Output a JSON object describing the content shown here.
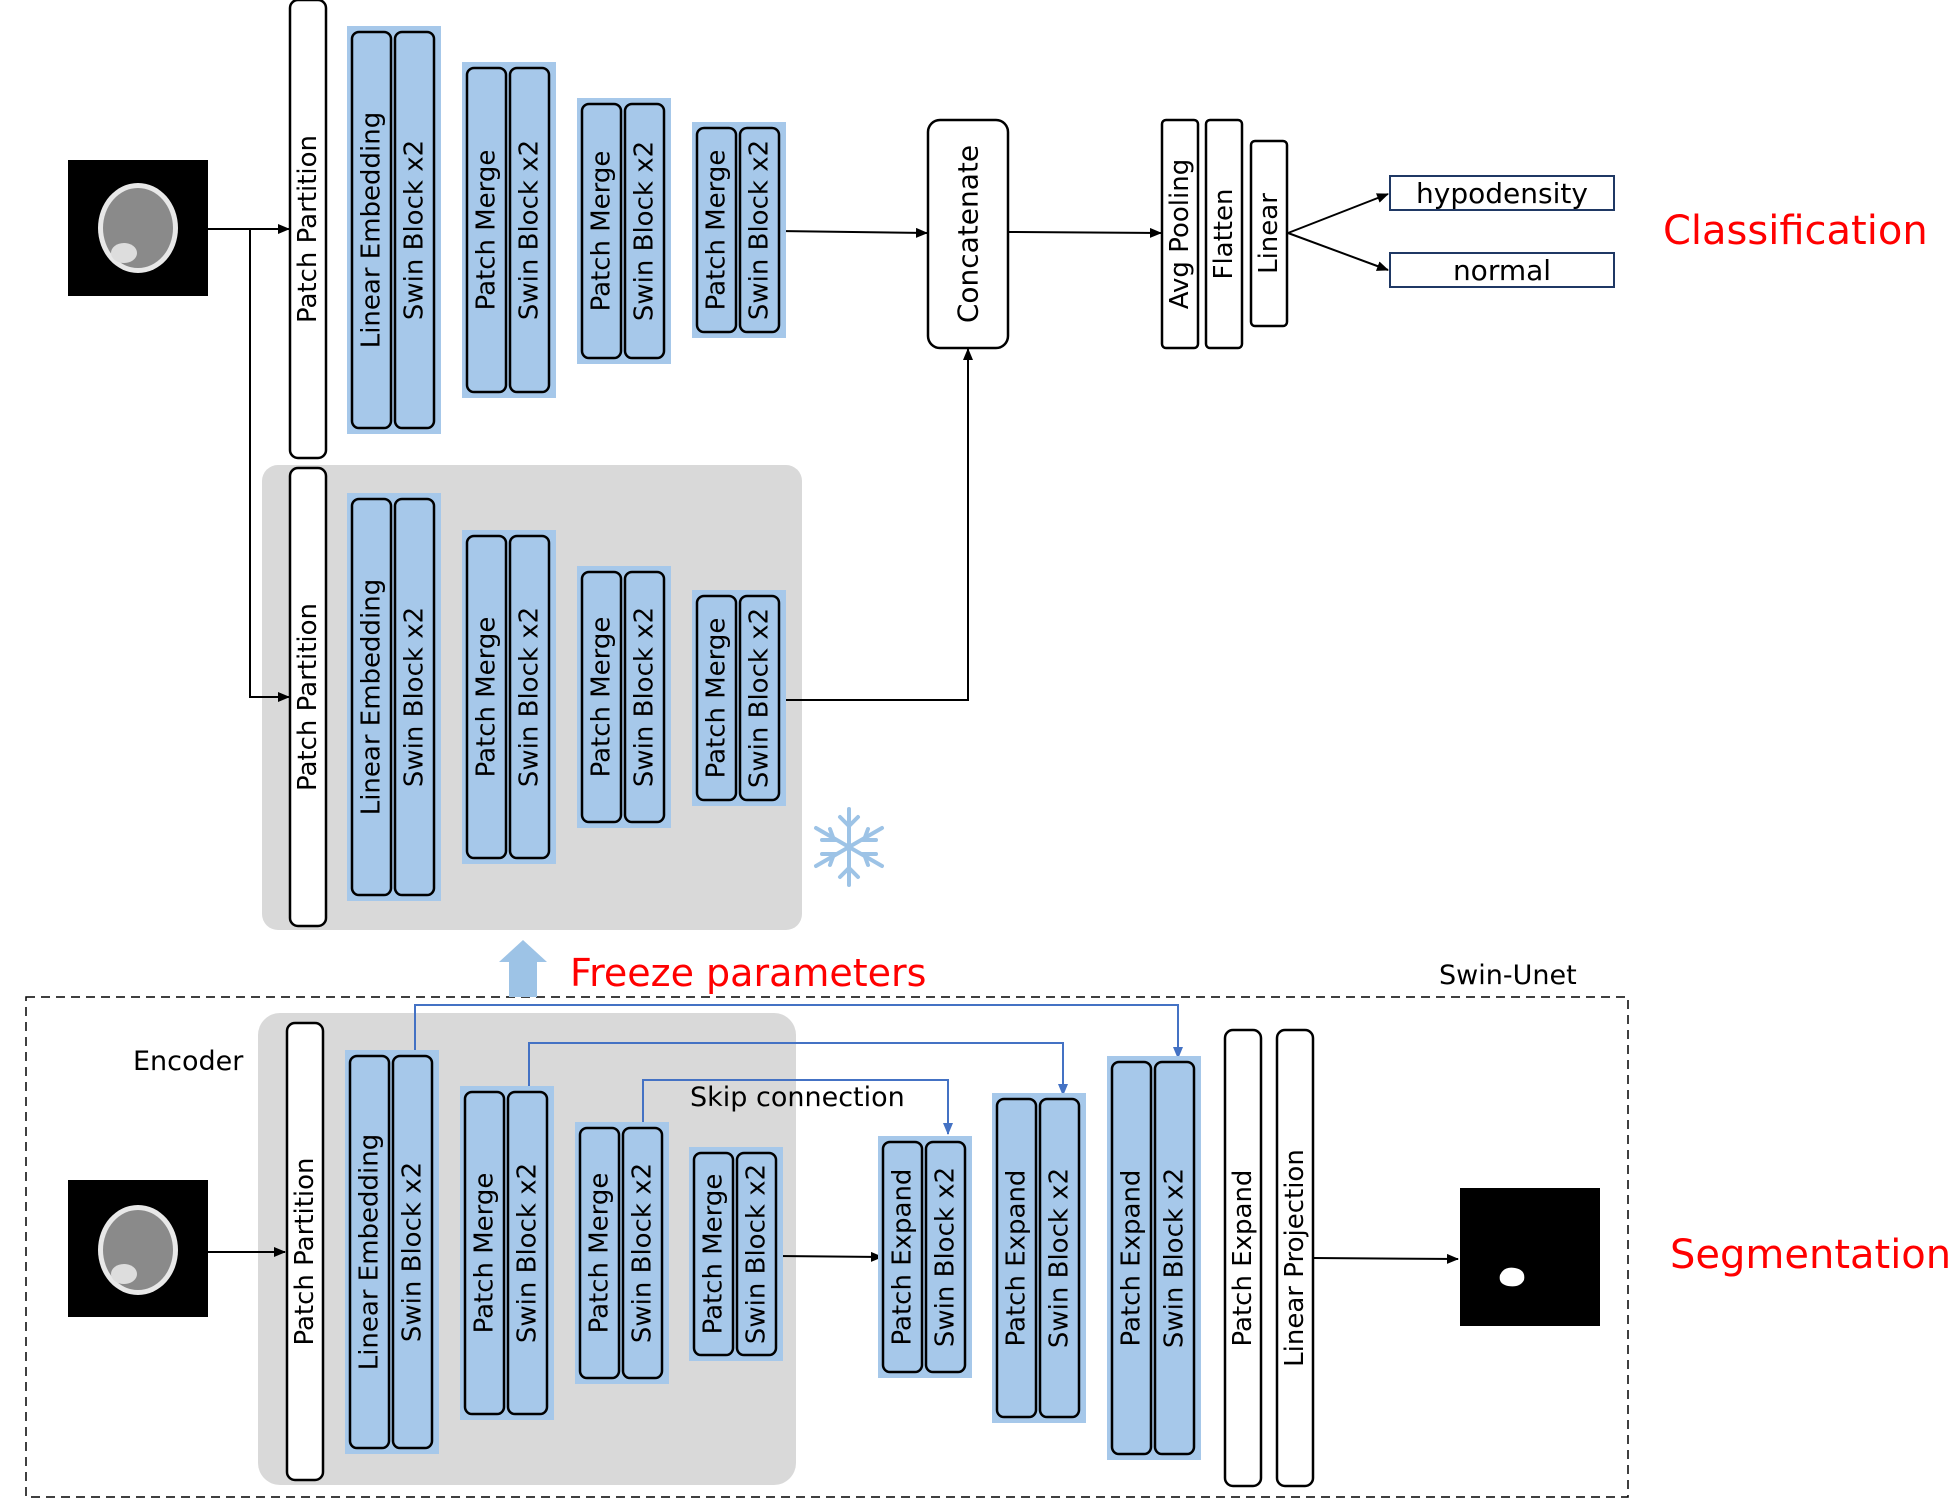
{
  "labels": {
    "classification": "Classification",
    "segmentation": "Segmentation",
    "freeze": "Freeze parameters",
    "swin_unet": "Swin-Unet",
    "encoder": "Encoder",
    "skip": "Skip connection",
    "patch_partition": "Patch Partition",
    "linear_embedding": "Linear Embedding",
    "swin_block": "Swin Block x2",
    "patch_merge": "Patch Merge",
    "patch_expand": "Patch Expand",
    "linear_projection": "Linear Projection",
    "concatenate": "Concatenate",
    "avg_pooling": "Avg Pooling",
    "flatten": "Flatten",
    "linear": "Linear",
    "hypodensity": "hypodensity",
    "normal": "normal"
  },
  "colors": {
    "block_fill": "#a6c8ea",
    "frozen_bg": "#d9d9d9",
    "accent_red": "#ff0000",
    "skip_blue": "#4472c4",
    "arrow_up": "#9dc3e6"
  },
  "icons": {
    "snowflake": "snowflake-icon",
    "freeze_arrow": "up-arrow-icon"
  }
}
